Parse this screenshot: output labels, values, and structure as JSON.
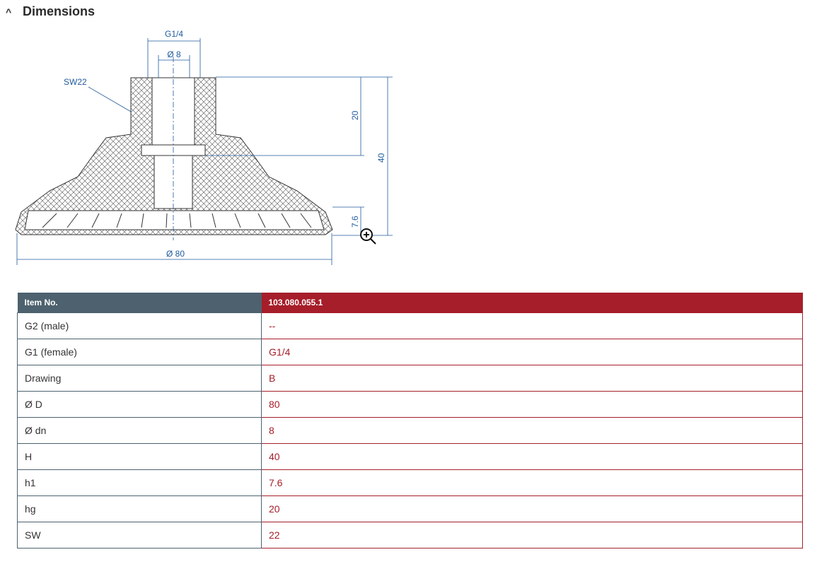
{
  "section": {
    "title": "Dimensions",
    "icon": "chevron-up-icon"
  },
  "drawing": {
    "g1": "G1/4",
    "dn": "Ø 8",
    "sw": "SW22",
    "hg": "20",
    "h": "40",
    "h1": "7.6",
    "d": "Ø 80",
    "zoom_icon": "zoom-in-icon"
  },
  "table": {
    "header": [
      "Item No.",
      "103.080.055.1"
    ],
    "rows": [
      [
        "G2 (male)",
        "--"
      ],
      [
        "G1 (female)",
        "G1/4"
      ],
      [
        "Drawing",
        "B"
      ],
      [
        "Ø D",
        "80"
      ],
      [
        "Ø dn",
        "8"
      ],
      [
        "H",
        "40"
      ],
      [
        "h1",
        "7.6"
      ],
      [
        "hg",
        "20"
      ],
      [
        "SW",
        "22"
      ]
    ]
  },
  "colors": {
    "accent": "#a61e2a",
    "header": "#4d616e",
    "dim": "#1f5a9e"
  }
}
